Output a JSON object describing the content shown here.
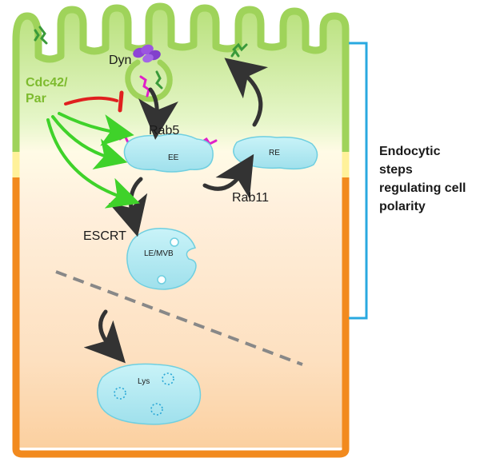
{
  "labels": {
    "dyn": "Dyn",
    "cdc42_line1": "Cdc42/",
    "cdc42_line2": "Par",
    "rab5": "Rab5",
    "ee": "EE",
    "re": "RE",
    "rab11": "Rab11",
    "escrt": "ESCRT",
    "le_mvb": "LE/MVB",
    "lys": "Lys"
  },
  "side_label": {
    "line1": "Endocytic steps",
    "line2": "regulating cell",
    "line3": "polarity"
  },
  "colors": {
    "apical_green": "#b9e27a",
    "junction_yellow": "#fff4a6",
    "basal_orange": "#f28a1e",
    "organelle_cyan": "#aee9f2",
    "activation_arrow": "#3fd22a",
    "inhibition": "#e01f1f",
    "traffic_arrow": "#333333",
    "bracket": "#29a9e0",
    "cargo_magenta": "#e020c8",
    "cargo_green": "#3a9a3a",
    "dynamin_purple": "#8e44d6"
  }
}
